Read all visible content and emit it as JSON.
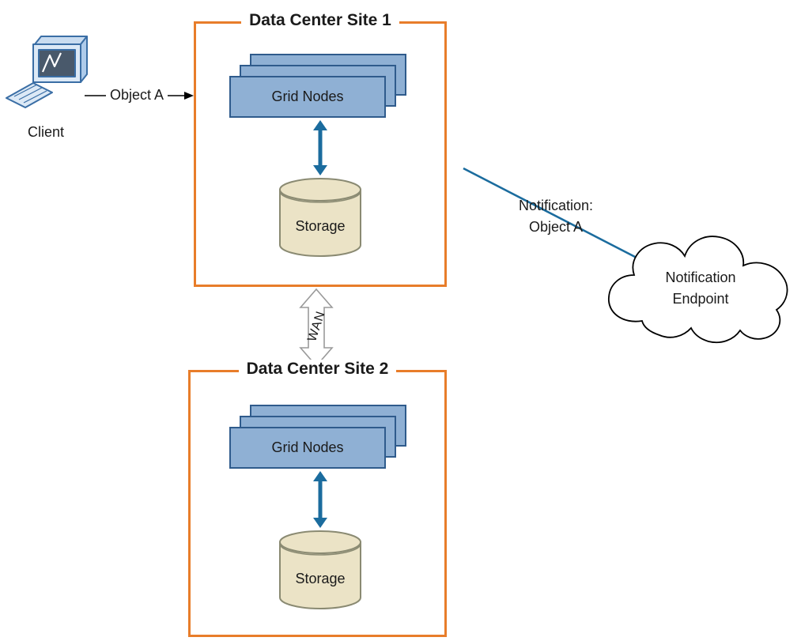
{
  "client": {
    "label": "Client"
  },
  "flow": {
    "object_label": "Object A"
  },
  "site1": {
    "title": "Data Center Site 1",
    "grid_nodes_label": "Grid Nodes",
    "storage_label": "Storage"
  },
  "site2": {
    "title": "Data Center Site 2",
    "grid_nodes_label": "Grid Nodes",
    "storage_label": "Storage"
  },
  "wan": {
    "label": "WAN"
  },
  "notification": {
    "line1": "Notification:",
    "line2": "Object A"
  },
  "endpoint": {
    "line1": "Notification",
    "line2": "Endpoint"
  },
  "colors": {
    "site_border": "#E87D2A",
    "node_fill": "#8FB0D4",
    "node_border": "#2F5B8C",
    "arrow_blue": "#1B6C9E",
    "storage_fill": "#EBE3C6",
    "storage_border": "#8A8A72",
    "wan_outline": "#9A9A9A",
    "cloud_outline": "#000000"
  }
}
